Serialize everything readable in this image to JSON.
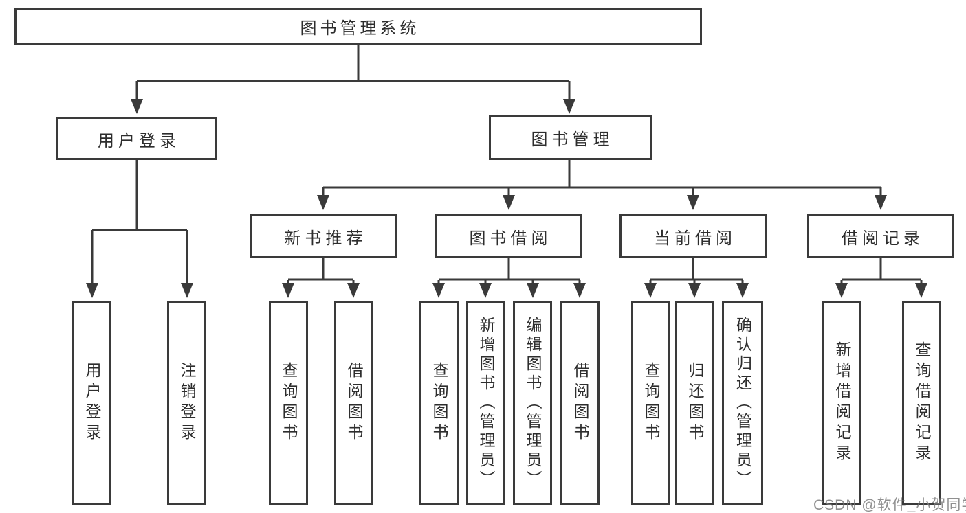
{
  "diagram": {
    "type": "hierarchy-tree",
    "root": {
      "label": "图书管理系统",
      "children": [
        {
          "label": "用户登录",
          "children": [
            {
              "label": "用户登录"
            },
            {
              "label": "注销登录"
            }
          ]
        },
        {
          "label": "图书管理",
          "children": [
            {
              "label": "新书推荐",
              "children": [
                {
                  "label": "查询图书"
                },
                {
                  "label": "借阅图书"
                }
              ]
            },
            {
              "label": "图书借阅",
              "children": [
                {
                  "label": "查询图书"
                },
                {
                  "label": "新增图书（管理员）"
                },
                {
                  "label": "编辑图书（管理员）"
                },
                {
                  "label": "借阅图书"
                }
              ]
            },
            {
              "label": "当前借阅",
              "children": [
                {
                  "label": "查询图书"
                },
                {
                  "label": "归还图书"
                },
                {
                  "label": "确认归还（管理员）"
                }
              ]
            },
            {
              "label": "借阅记录",
              "children": [
                {
                  "label": "新增借阅记录"
                },
                {
                  "label": "查询借阅记录"
                }
              ]
            }
          ]
        }
      ]
    }
  },
  "colors": {
    "line": "#3a3a3a",
    "text": "#2d2d2d",
    "watermark": "#7d7d7d",
    "background": "#ffffff"
  },
  "watermark": "CSDN @软件_小贺同学"
}
